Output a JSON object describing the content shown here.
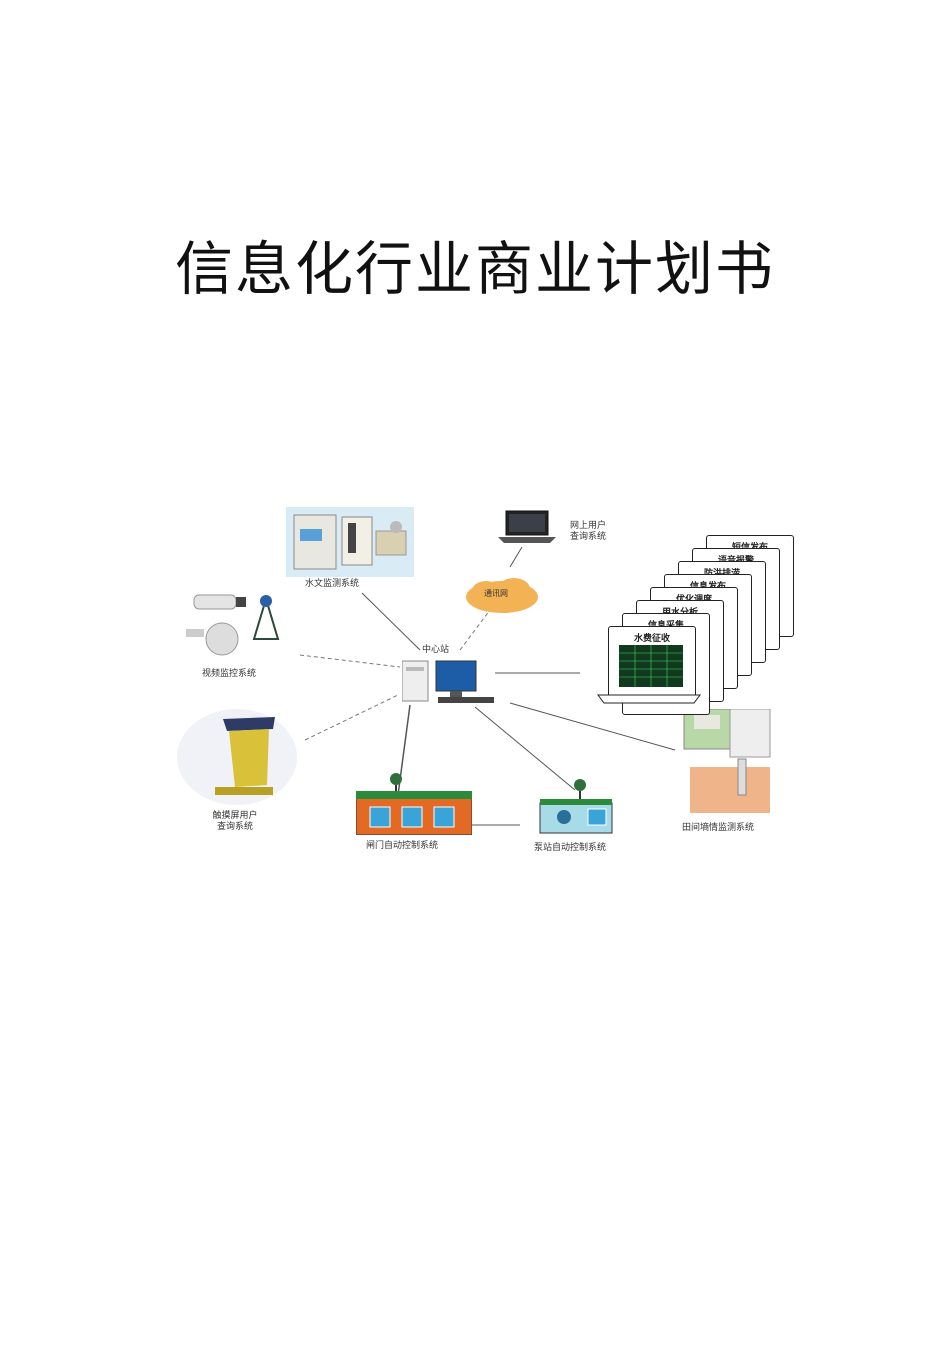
{
  "document": {
    "title": "信息化行业商业计划书"
  },
  "diagram": {
    "center_label": "中心站",
    "network_label": "通讯网",
    "hydrology_label": "水文监测系统",
    "web_user_label_line1": "网上用户",
    "web_user_label_line2": "查询系统",
    "video_label": "视频监控系统",
    "touch_label_line1": "触摸屏用户",
    "touch_label_line2": "查询系统",
    "gate_label": "闸门自动控制系统",
    "pump_label": "泵站自动控制系统",
    "moisture_label": "田间墒情监测系统",
    "stack_cards": [
      "短信发布",
      "语音报警",
      "防洪排涝",
      "信息发布",
      "优化调度",
      "用水分析",
      "信息采集",
      "水费征收"
    ]
  }
}
